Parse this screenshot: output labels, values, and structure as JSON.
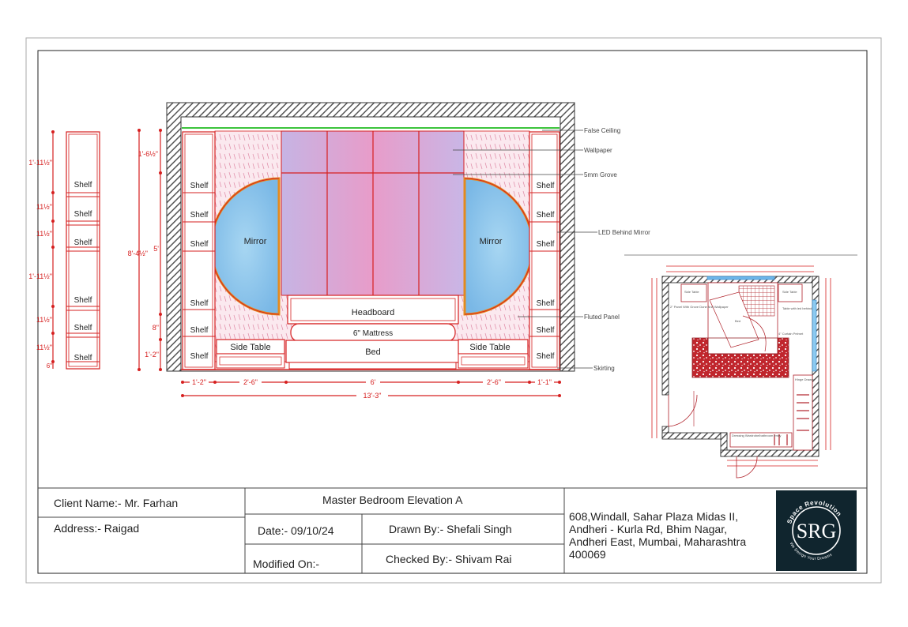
{
  "drawing": {
    "left_shelf_labels": [
      "Shelf",
      "Shelf",
      "Shelf",
      "Shelf",
      "Shelf",
      "Shelf"
    ],
    "left_dims": [
      "1'-11½\"",
      "11½\"",
      "11½\"",
      "1'-11½\"",
      "11½\"",
      "11½\"",
      "6\""
    ],
    "elev_dims_vertical": [
      "1'-6½\"",
      "8'-4½\"",
      "5'",
      "8\"",
      "1'-2\""
    ],
    "shelf_labels": [
      "Shelf",
      "Shelf",
      "Shelf",
      "Shelf",
      "Shelf",
      "Shelf"
    ],
    "mirror_label": "Mirror",
    "headboard_label": "Headboard",
    "mattress_label": "6\" Mattress",
    "bed_label": "Bed",
    "side_table_label": "Side Table",
    "bottom_dims": [
      "1'-2\"",
      "2'-6\"",
      "6'",
      "2'-6\"",
      "1'-1\""
    ],
    "total_width": "13'-3\"",
    "callouts": [
      "False Ceiling",
      "Wallpaper",
      "5mm Grove",
      "LED Behind Mirror",
      "Fluted Panel",
      "Skirting"
    ],
    "plan_labels": {
      "bed_panel": "2\" Panel With Grove Done And Wallpaper",
      "side_table_l": "Side Table",
      "side_table_r": "Side Table",
      "bed": "Bed",
      "tv_unit": "Table with led behind",
      "curtain": "4\" Curtain Pelmet",
      "wardrobe": "Hinge Drawer",
      "dressing": "Dressing Wardrobe/bathroom entry"
    }
  },
  "title_block": {
    "client": "Client Name:- Mr. Farhan",
    "address": "Address:- Raigad",
    "title": "Master Bedroom Elevation A",
    "date": "Date:- 09/10/24",
    "drawn_by": "Drawn By:- Shefali Singh",
    "modified_on": "Modified On:-",
    "checked_by": "Checked By:- Shivam Rai",
    "office_address": "608,Windall, Sahar Plaza Midas II, Andheri - Kurla Rd, Bhim Nagar, Andheri East, Mumbai, Maharashtra 400069"
  },
  "logo": {
    "top_text": "Space Revolution",
    "bottom_text": "We Design Your Dreams",
    "mark": "SRG"
  },
  "colors": {
    "dim": "#d62020",
    "wall_hatch": "#555555",
    "mirror": "#8fc8ec",
    "wallpaper_a": "#c7a8e0",
    "wallpaper_b": "#e79cc7",
    "false_ceiling": "#3cc43c",
    "logo_bg": "#10252e"
  }
}
